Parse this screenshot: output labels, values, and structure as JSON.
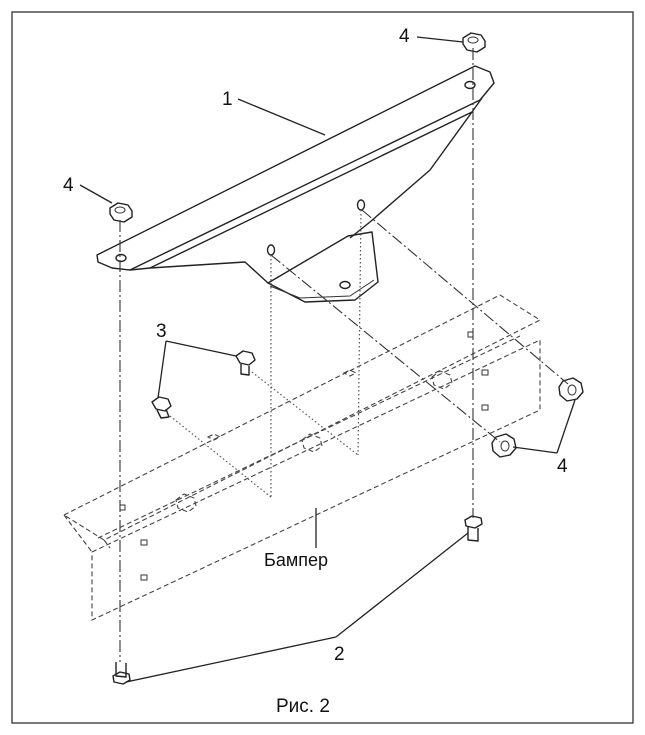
{
  "caption": "Рис. 2",
  "labels": {
    "bracket": "1",
    "bolts_bottom": "2",
    "bolts_side": "3",
    "nut_top_right": "4",
    "nut_top_left": "4",
    "nuts_right": "4",
    "bumper": "Бампер"
  }
}
